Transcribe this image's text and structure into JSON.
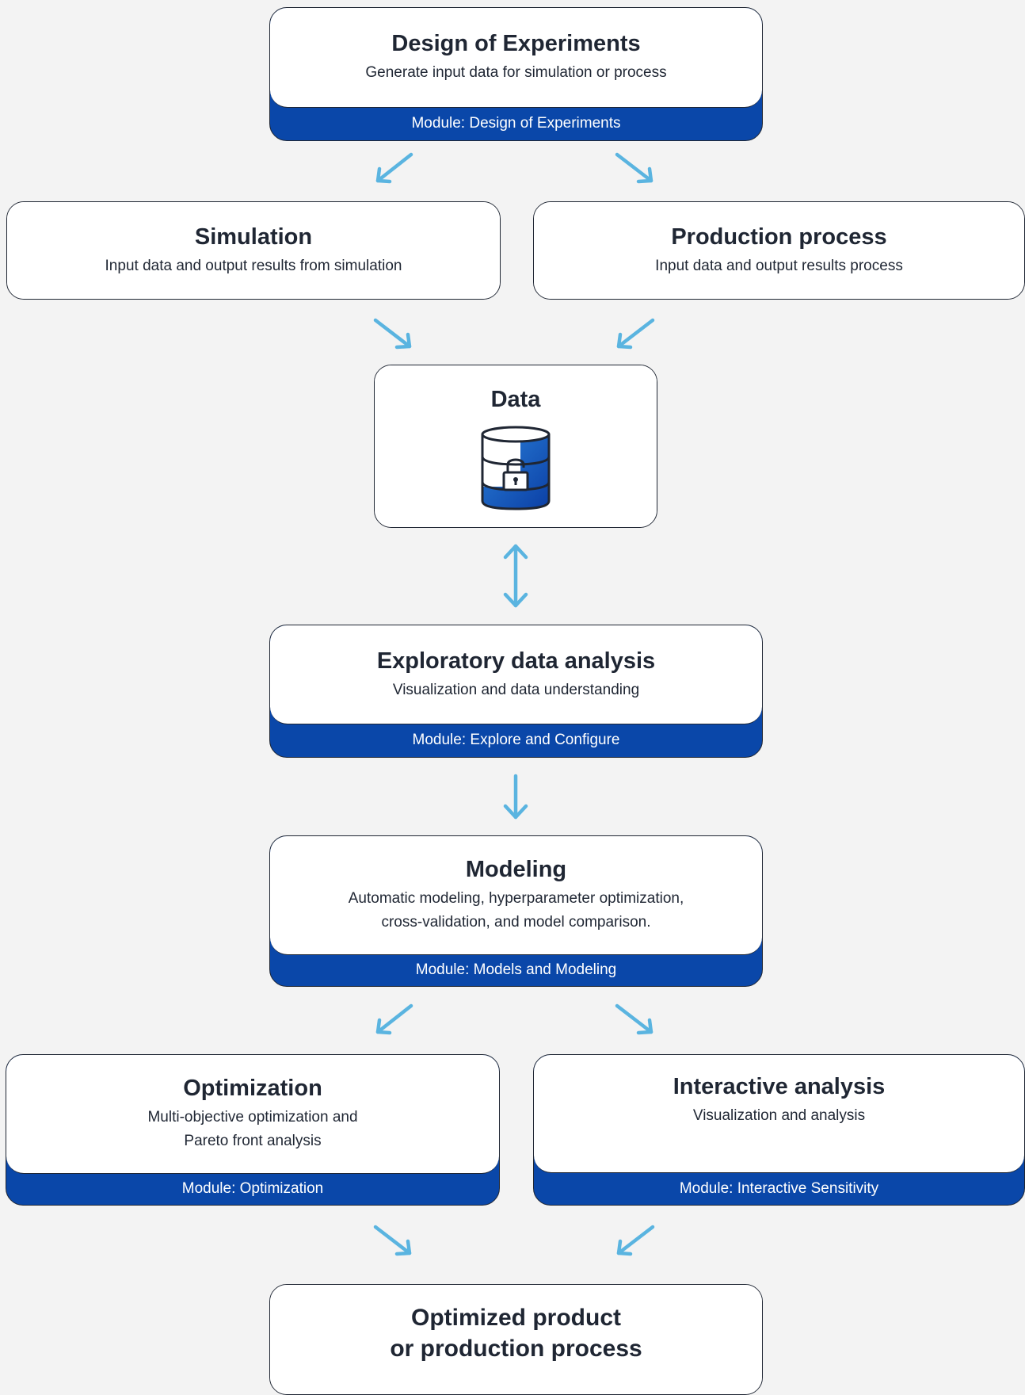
{
  "colors": {
    "module_band": "#0a47a9",
    "arrow": "#5ab4e0",
    "outline": "#1f2633",
    "background": "#f3f3f3"
  },
  "nodes": {
    "doe": {
      "title": "Design of Experiments",
      "desc": "Generate input data for simulation or process",
      "module": "Module: Design of Experiments"
    },
    "simulation": {
      "title": "Simulation",
      "desc": "Input data and output results from simulation"
    },
    "production": {
      "title": "Production process",
      "desc": "Input data and output results process"
    },
    "data": {
      "title": "Data",
      "icon": "database-lock-icon"
    },
    "eda": {
      "title": "Exploratory data analysis",
      "desc": "Visualization and data understanding",
      "module": "Module: Explore and Configure"
    },
    "modeling": {
      "title": "Modeling",
      "desc_line1": "Automatic modeling, hyperparameter optimization,",
      "desc_line2": "cross-validation, and model comparison.",
      "module": "Module: Models and Modeling"
    },
    "optimization": {
      "title": "Optimization",
      "desc_line1": "Multi-objective optimization and",
      "desc_line2": "Pareto front analysis",
      "module": "Module: Optimization"
    },
    "interactive": {
      "title": "Interactive analysis",
      "desc": "Visualization and analysis",
      "module": "Module: Interactive Sensitivity"
    },
    "result": {
      "title_line1": "Optimized product",
      "title_line2": "or production process"
    }
  }
}
